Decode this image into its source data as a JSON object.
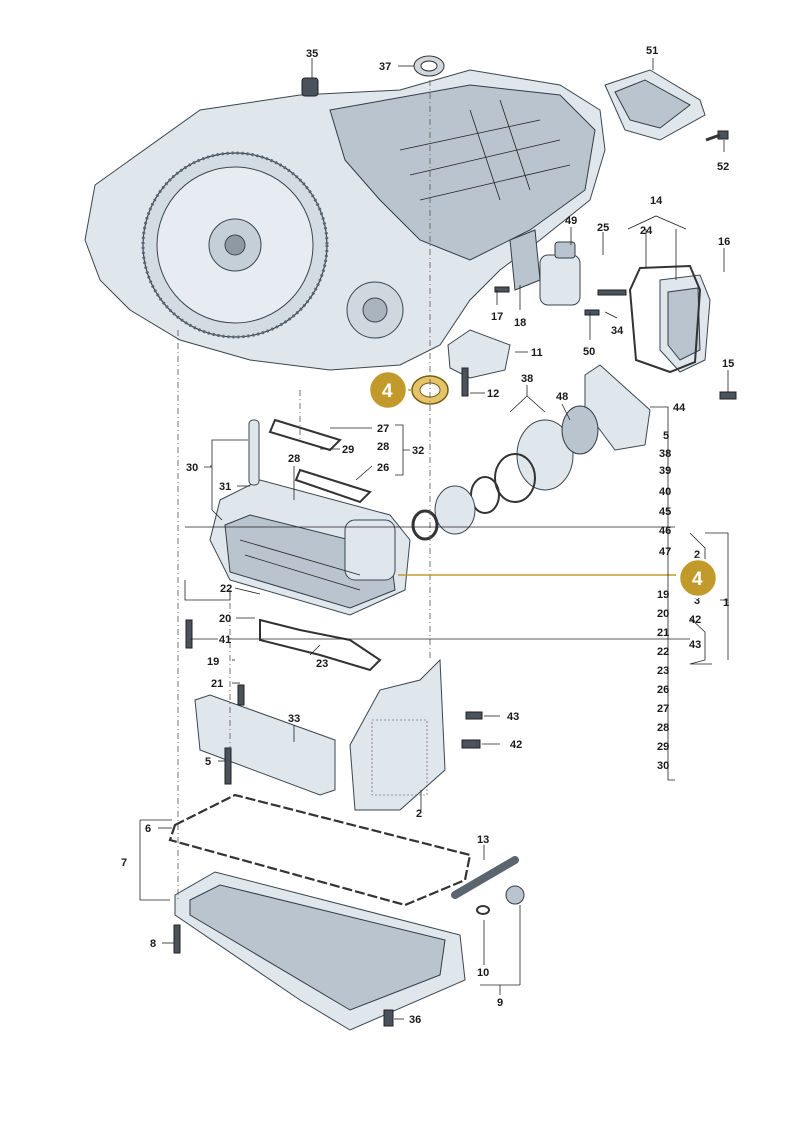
{
  "diagram": {
    "highlight_label": "4",
    "colors": {
      "highlight": "#c29a2b",
      "part_fill": "#dfe6ec",
      "line": "#222222"
    },
    "callouts": {
      "n35": "35",
      "n37": "37",
      "n51": "51",
      "n52": "52",
      "n14": "14",
      "n24": "24",
      "n16": "16",
      "n49": "49",
      "n25": "25",
      "n17": "17",
      "n18": "18",
      "n34": "34",
      "n50": "50",
      "n15": "15",
      "n11": "11",
      "n12": "12",
      "n38": "38",
      "n48": "48",
      "n44": "44",
      "n27": "27",
      "n32": "32",
      "n28a": "28",
      "n29a": "29",
      "n28b": "28",
      "n26": "26",
      "n30": "30",
      "n31": "31",
      "n22a": "22",
      "n20a": "20",
      "n41": "41",
      "n19a": "19",
      "n23": "23",
      "n21a": "21",
      "n33": "33",
      "n5": "5",
      "n43": "43",
      "n42": "42",
      "n2": "2",
      "n6": "6",
      "n7": "7",
      "n13": "13",
      "n8": "8",
      "n10": "10",
      "n9": "9",
      "n36": "36",
      "n1": "1"
    },
    "list_a": [
      "5",
      "38",
      "39",
      "40",
      "45",
      "46",
      "47"
    ],
    "list_b_top": "2",
    "list_b_bottom": "3",
    "list_b_right": [
      "42",
      "43"
    ],
    "list_c": [
      "19",
      "20",
      "21",
      "22",
      "23",
      "26",
      "27",
      "28",
      "29",
      "30"
    ]
  }
}
